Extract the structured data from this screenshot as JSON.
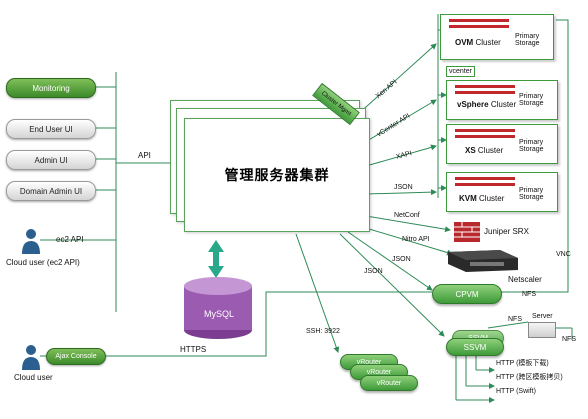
{
  "left_buttons": [
    "Monitoring",
    "End User UI",
    "Admin UI",
    "Domain Admin UI"
  ],
  "ec2_api": "ec2 API",
  "cloud_user_ec2": "Cloud user (ec2 API)",
  "api_label": "API",
  "cloud_user": "Cloud user",
  "ajax_console": "Ajax Console",
  "https_label": "HTTPS",
  "center_title": "管理服务器集群",
  "cluster_mgmt": "Cluster Mgmt",
  "mysql": "MySQL",
  "protocols": {
    "xen_api": "Xen API",
    "vcenter_api": "vCenter API",
    "xapi": "XAPI",
    "json1": "JSON",
    "netconf": "NetConf",
    "nitro_api": "Nitro API",
    "json2": "JSON",
    "json3": "JSON",
    "ssh": "SSH: 3922",
    "vnc": "VNC"
  },
  "clusters": [
    {
      "name": "OVM",
      "storage": "Primary\nStorage"
    },
    {
      "name": "vSphere",
      "storage": "Primary\nStorage"
    },
    {
      "name": "XS",
      "storage": "Primary\nStorage"
    },
    {
      "name": "KVM",
      "storage": "Primary\nStorage"
    }
  ],
  "cluster_word": "Cluster",
  "vcenter": "vcenter",
  "juniper": "Juniper SRX",
  "netscaler": "Netscaler",
  "cpvm": "CPVM",
  "nfs1": "NFS",
  "nfs2": "NFS",
  "nfs3": "NFS",
  "server": "Server",
  "ssvm": "SSVM",
  "ssvm_back": "SSVM",
  "vrouter": [
    "vRouter",
    "vRouter",
    "vRouter"
  ],
  "http_labels": [
    "HTTP (模板下载)",
    "HTTP (跨区模板拷贝)",
    "HTTP (Swift)"
  ],
  "colors": {
    "green": "#3c9a3c",
    "line": "#2e8b57",
    "red": "#c0282c"
  }
}
